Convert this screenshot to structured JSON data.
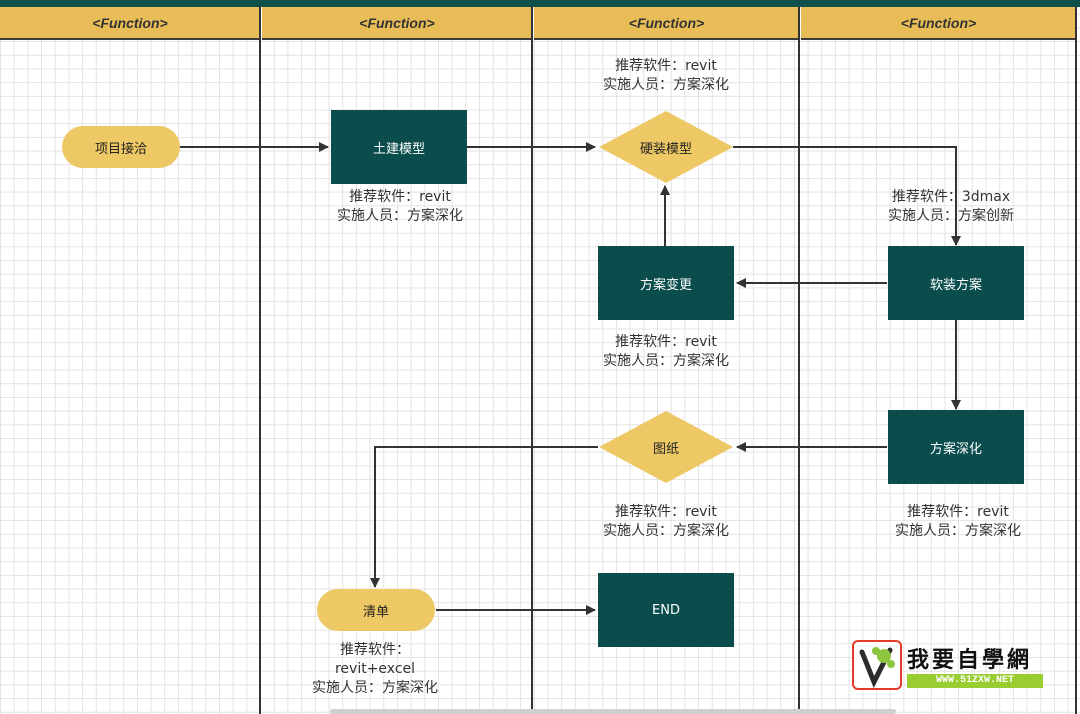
{
  "lanes": [
    {
      "header": "<Function>"
    },
    {
      "header": "<Function>"
    },
    {
      "header": "<Function>"
    },
    {
      "header": "<Function>"
    }
  ],
  "nodes": {
    "start": "项目接洽",
    "civil_model": "土建模型",
    "hard_decor_model": "硬装模型",
    "scheme_change": "方案变更",
    "soft_decor": "软装方案",
    "scheme_deepen": "方案深化",
    "drawings": "图纸",
    "bill": "清单",
    "end": "END"
  },
  "notes": {
    "civil_model": [
      "推荐软件：revit",
      "实施人员：方案深化"
    ],
    "hard_decor_model": [
      "推荐软件：revit",
      "实施人员：方案深化"
    ],
    "soft_decor": [
      "推荐软件：3dmax",
      "实施人员：方案创新"
    ],
    "scheme_change": [
      "推荐软件：revit",
      "实施人员：方案深化"
    ],
    "drawings": [
      "推荐软件：revit",
      "实施人员：方案深化"
    ],
    "scheme_deepen": [
      "推荐软件：revit",
      "实施人员：方案深化"
    ],
    "bill": [
      "推荐软件：",
      "revit+excel",
      "实施人员：方案深化"
    ]
  },
  "logo": {
    "title": "我要自學網",
    "url": "WWW.51ZXW.NET"
  },
  "colors": {
    "lane_header": "#e8bd57",
    "process_box": "#0a4d4c",
    "decision": "#edc864",
    "top_bar": "#0d4f4a"
  }
}
